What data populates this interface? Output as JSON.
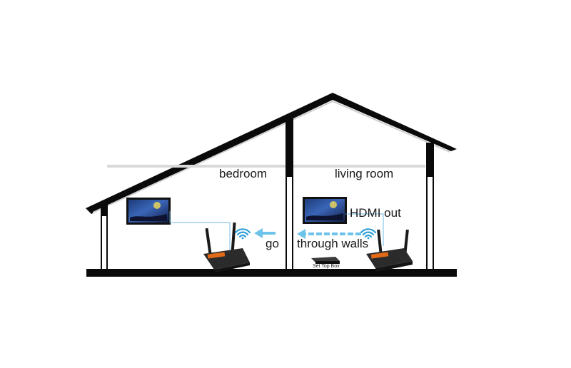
{
  "labels": {
    "bedroom": "bedroom",
    "living_room": "living room",
    "hdmi_out": "HDMI out",
    "go": "go",
    "through_walls": "through walls",
    "set_top_box": "Set Top Box"
  },
  "colors": {
    "wall": "#0a0a0a",
    "arrow": "#6ec3ea",
    "wifi": "#2f9fd8",
    "device_body": "#2b2b2b",
    "device_front": "#e06a17"
  },
  "icons": [
    "tv-icon",
    "wireless-transmitter-icon",
    "wireless-receiver-icon",
    "wifi-signal-icon",
    "set-top-box-icon"
  ]
}
